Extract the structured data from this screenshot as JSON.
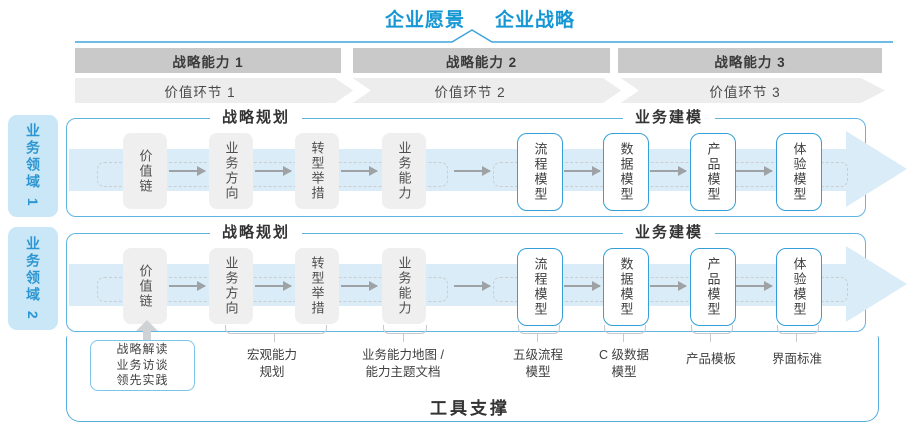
{
  "header": {
    "vision": "企业愿景",
    "strategy": "企业战略"
  },
  "capability_bars": [
    "战略能力 1",
    "战略能力 2",
    "战略能力 3"
  ],
  "value_chevrons": [
    "价值环节 1",
    "价值环节 2",
    "价值环节 3"
  ],
  "business_domains": [
    "业务领域 1",
    "业务领域 2"
  ],
  "rows": {
    "planning_header": "战略规划",
    "modeling_header": "业务建模",
    "gray_boxes": [
      "价值链",
      "业务方向",
      "转型举措",
      "业务能力"
    ],
    "white_boxes": [
      "流程模型",
      "数据模型",
      "产品模型",
      "体验模型"
    ]
  },
  "footer": {
    "interview_box_lines": [
      "战略解读",
      "业务访谈",
      "领先实践"
    ],
    "macro_capability": [
      "宏观能力",
      "规划"
    ],
    "capability_map": [
      "业务能力地图 /",
      "能力主题文档"
    ],
    "process_model": [
      "五级流程",
      "模型"
    ],
    "data_model": [
      "C 级数据",
      "模型"
    ],
    "product_template": "产品模板",
    "ui_standard": "界面标准",
    "tool_support": "工具支撑"
  },
  "colors": {
    "accent_blue": "#1697d4",
    "border_blue": "#5fb5e1",
    "light_blue_fill": "#c9e7f6",
    "flow_band_blue": "#daecf8",
    "bar_gray": "#c9c9c9",
    "chevron_gray": "#ededed",
    "box_gray": "#efefef",
    "dark_text": "#3a3a3a"
  }
}
